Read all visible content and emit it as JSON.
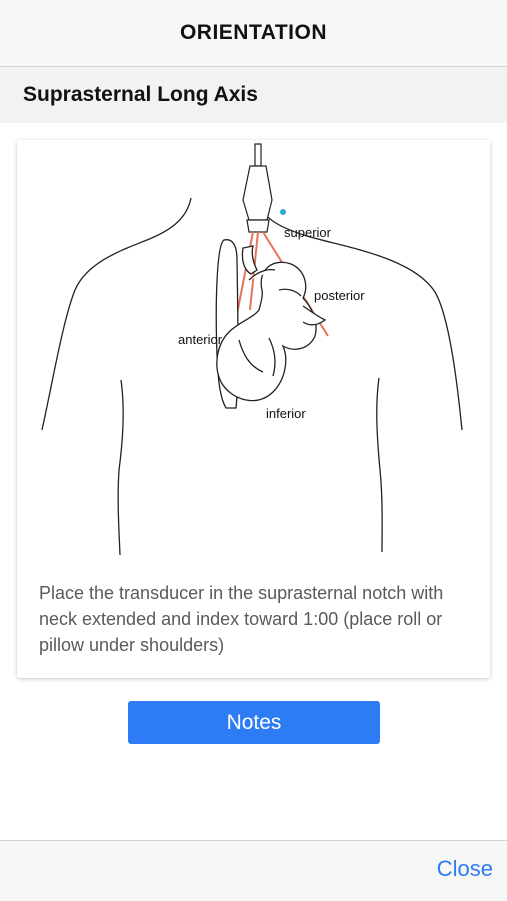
{
  "nav": {
    "title": "ORIENTATION"
  },
  "section": {
    "title": "Suprasternal Long Axis"
  },
  "diagram": {
    "labels": {
      "superior": "superior",
      "posterior": "posterior",
      "anterior": "anterior",
      "inferior": "inferior"
    },
    "colors": {
      "scan_plane": "#e8735a",
      "index_marker": "#2aa8e0",
      "outline": "#222222"
    }
  },
  "instruction": "Place the transducer in the suprasternal notch with neck extended and index toward 1:00 (place roll or pillow under shoulders)",
  "notes_button": {
    "label": "Notes"
  },
  "footer": {
    "close_label": "Close"
  },
  "colors": {
    "accent": "#2e7bf6"
  }
}
